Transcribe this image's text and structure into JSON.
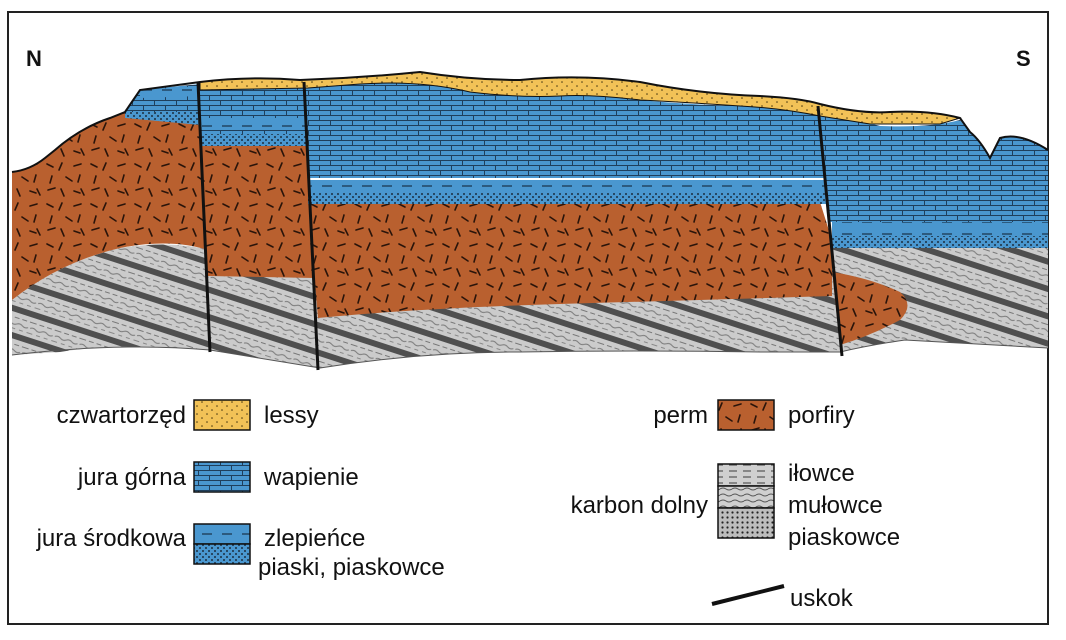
{
  "directions": {
    "left": "N",
    "right": "S"
  },
  "legend": {
    "quaternary": {
      "period": "czwartorzęd",
      "rock": "lessy"
    },
    "upper_jurassic": {
      "period": "jura górna",
      "rock": "wapienie"
    },
    "middle_jurassic": {
      "period": "jura środkowa",
      "rock_1": "zlepieńce",
      "rock_2": "piaski, piaskowce"
    },
    "permian": {
      "period": "perm",
      "rock": "porfiry"
    },
    "lower_carboniferous": {
      "period": "karbon dolny",
      "rock_1": "iłowce",
      "rock_2": "mułowce",
      "rock_3": "piaskowce"
    },
    "fault": {
      "label": "uskok"
    }
  },
  "colors": {
    "loess": "#f2c257",
    "limestone": "#4a97cf",
    "porphyry": "#b9602f",
    "carboniferous": "#c9c9c9",
    "line": "#111111"
  }
}
